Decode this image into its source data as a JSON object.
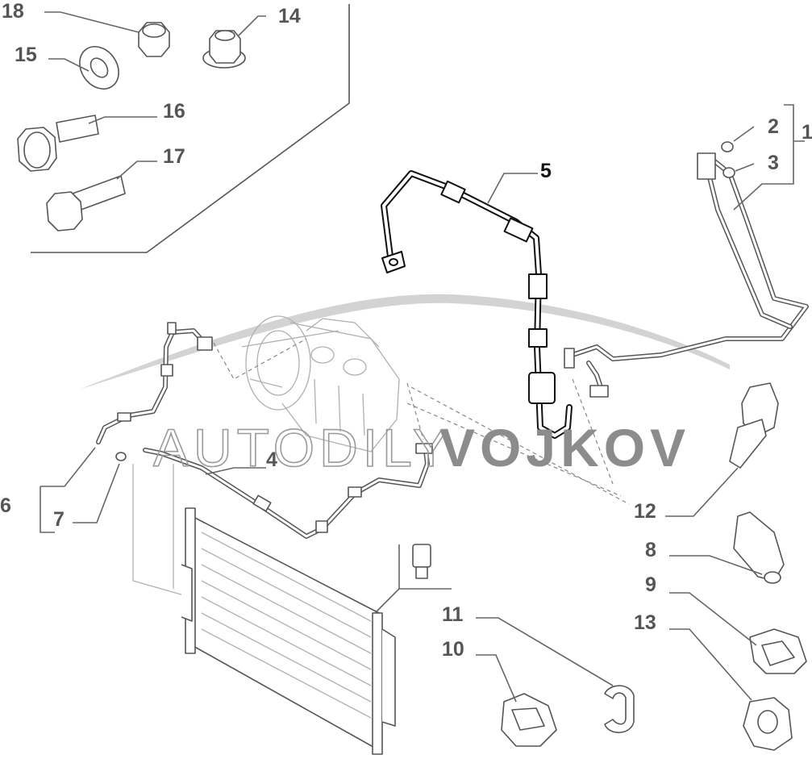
{
  "watermark": {
    "light": "AUTODILY",
    "bold": "VOJKOV"
  },
  "callouts": {
    "p1": "1",
    "p2": "2",
    "p3": "3",
    "p4": "4",
    "p5": "5",
    "p6": "6",
    "p7": "7",
    "p8": "8",
    "p9": "9",
    "p10": "10",
    "p11": "11",
    "p12": "12",
    "p13": "13",
    "p14": "14",
    "p15": "15",
    "p16": "16",
    "p17": "17",
    "p18": "18"
  },
  "colors": {
    "highlight": "#111111",
    "line": "#555555",
    "watermark": "#8c8c8c"
  }
}
